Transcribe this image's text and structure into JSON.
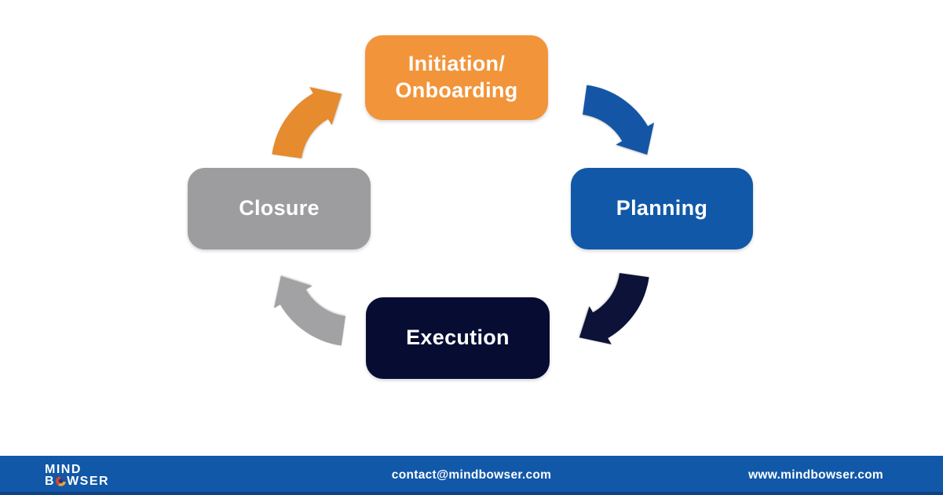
{
  "diagram": {
    "type": "cycle",
    "nodes": [
      {
        "id": "initiation",
        "label": "Initiation/\nOnboarding",
        "color": "#F2943A",
        "text_color": "#FFFFFF"
      },
      {
        "id": "planning",
        "label": "Planning",
        "color": "#1158A8",
        "text_color": "#FFFFFF"
      },
      {
        "id": "execution",
        "label": "Execution",
        "color": "#070C33",
        "text_color": "#FFFFFF"
      },
      {
        "id": "closure",
        "label": "Closure",
        "color": "#9D9DA0",
        "text_color": "#FFFFFF"
      }
    ],
    "arrows": [
      {
        "id": "initiation-to-planning",
        "from": "Initiation/Onboarding",
        "to": "Planning",
        "color": "#1456A5"
      },
      {
        "id": "planning-to-execution",
        "from": "Planning",
        "to": "Execution",
        "color": "#0D1238"
      },
      {
        "id": "execution-to-closure",
        "from": "Execution",
        "to": "Closure",
        "color": "#A2A2A4"
      },
      {
        "id": "closure-to-initiation",
        "from": "Closure",
        "to": "Initiation/Onboarding",
        "color": "#E68B2E"
      }
    ]
  },
  "footer": {
    "background": "#1158A8",
    "logo": {
      "line1": "MIND",
      "line2_start": "B",
      "line2_end": "WSER"
    },
    "email": "contact@mindbowser.com",
    "website": "www.mindbowser.com"
  }
}
